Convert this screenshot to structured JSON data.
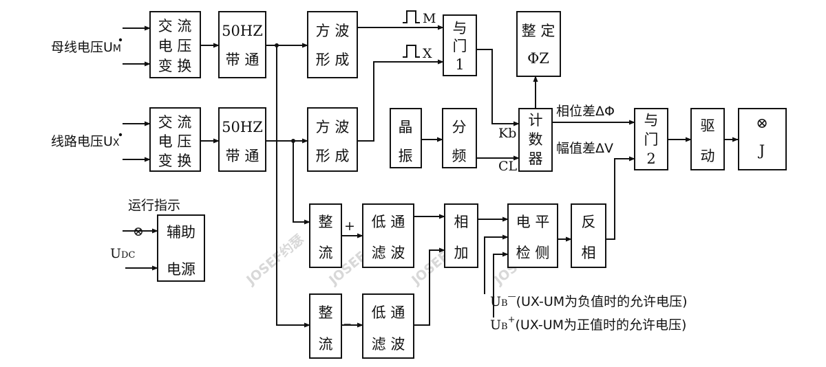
{
  "blocks": {
    "ac_bus": {
      "l1": "交 流",
      "l2": "电 压",
      "l3": "变 换"
    },
    "ac_line": {
      "l1": "交 流",
      "l2": "电 压",
      "l3": "变 换"
    },
    "bp_bus": {
      "l1": "50HZ",
      "l2": "带 通"
    },
    "bp_line": {
      "l1": "50HZ",
      "l2": "带 通"
    },
    "sq_bus": {
      "l1": "方 波",
      "l2": "形 成"
    },
    "sq_line": {
      "l1": "方 波",
      "l2": "形 成"
    },
    "and1": {
      "l1": "与",
      "l2": "门",
      "l3": "1"
    },
    "shaper": {
      "l1": "整 定",
      "l2": "ΦZ"
    },
    "crystal": {
      "l1": "晶",
      "l2": "振"
    },
    "divider": {
      "l1": "分",
      "l2": "频"
    },
    "counter": {
      "l1": "计",
      "l2": "数",
      "l3": "器"
    },
    "and2": {
      "l1": "与",
      "l2": "门",
      "l3": "2"
    },
    "driver": {
      "l1": "驱",
      "l2": "动"
    },
    "relay": {
      "sym": "⊗",
      "l1": "J"
    },
    "rect_pos": {
      "l1": "整",
      "l2": "流"
    },
    "rect_neg": {
      "l1": "整",
      "l2": "流"
    },
    "lpf_pos": {
      "l1": "低 通",
      "l2": "滤 波"
    },
    "lpf_neg": {
      "l1": "低 通",
      "l2": "滤 波"
    },
    "adder": {
      "l1": "相",
      "l2": "加"
    },
    "level": {
      "l1": "电 平",
      "l2": "检 侧"
    },
    "inverter": {
      "l1": "反",
      "l2": "相"
    },
    "aux_power": {
      "l1": "辅助",
      "l2": "电源"
    }
  },
  "labels": {
    "bus_voltage": "母线电压U",
    "bus_sub": "M",
    "line_voltage": "线路电压U",
    "line_sub": "X",
    "pulse_m": "M",
    "pulse_x": "X",
    "kb": "Kb",
    "cl": "CL",
    "phase_diff": "相位差ΔΦ",
    "amp_diff": "幅值差ΔV",
    "plus": "+",
    "minus": "_",
    "run_indicator": "运行指示",
    "udc": "U",
    "udc_sub": "DC",
    "ub_minus_main": "U",
    "ub_minus_sub": "B",
    "ub_minus_sup": "—",
    "ub_minus_desc": "(UX-UM为负值时的允许电压)",
    "ub_plus_main": "U",
    "ub_plus_sub": "B",
    "ub_plus_sup": "+",
    "ub_plus_desc": "(UX-UM为正值时的允许电压)",
    "indicator_symbol": "⊗"
  },
  "watermark": "JOSEF约瑟"
}
